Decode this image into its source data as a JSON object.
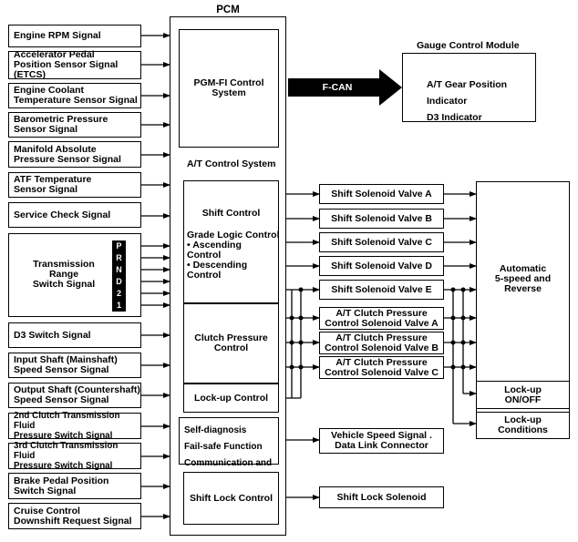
{
  "pcm_title": "PCM",
  "inputs": [
    "Engine RPM Signal",
    "Accelerator Pedal\nPosition Sensor Signal (ETCS)",
    "Engine Coolant\nTemperature Sensor Signal",
    "Barometric Pressure\nSensor Signal",
    "Manifold Absolute\nPressure Sensor Signal",
    "ATF Temperature\nSensor Signal",
    "Service Check Signal",
    "Transmission\nRange\nSwitch Signal",
    "D3 Switch Signal",
    "Input Shaft (Mainshaft)\nSpeed Sensor Signal",
    "Output Shaft (Countershaft)\nSpeed Sensor Signal",
    "2nd Clutch Transmission Fluid\nPressure Switch Signal",
    "3rd Clutch Transmission Fluid\nPressure Switch Signal",
    "Brake Pedal Position\nSwitch Signal",
    "Cruise Control\nDownshift Request Signal"
  ],
  "range_letters": [
    "P",
    "R",
    "N",
    "D",
    "2",
    "1"
  ],
  "pgm_fi": "PGM-FI Control\nSystem",
  "at_control": "A/T Control System",
  "shift_control": "Shift Control",
  "grade_logic": "Grade Logic Control\n• Ascending\n  Control\n• Descending\n  Control",
  "clutch_pressure": "Clutch Pressure\nControl",
  "lockup_control": "Lock-up Control",
  "self_diag": "Self-diagnosis\nFail-safe Function\nCommunication and\nOutput Function",
  "shift_lock_control": "Shift Lock Control",
  "fcan": "F-CAN",
  "gauge_title": "Gauge Control Module",
  "gauge_body": "A/T Gear Position\nIndicator\nD3 Indicator",
  "solenoids": [
    "Shift Solenoid Valve A",
    "Shift Solenoid Valve B",
    "Shift Solenoid Valve C",
    "Shift Solenoid Valve D",
    "Shift Solenoid Valve E"
  ],
  "clutch_valves": [
    "A/T Clutch Pressure\nControl Solenoid Valve A",
    "A/T Clutch Pressure\nControl Solenoid Valve B",
    "A/T Clutch Pressure\nControl Solenoid Valve C"
  ],
  "vss": "Vehicle Speed Signal .\nData Link Connector",
  "shift_lock_solenoid": "Shift Lock Solenoid",
  "automatic": "Automatic\n5-speed and\nReverse",
  "lockup_onoff": "Lock-up\nON/OFF",
  "lockup_conditions": "Lock-up\nConditions"
}
